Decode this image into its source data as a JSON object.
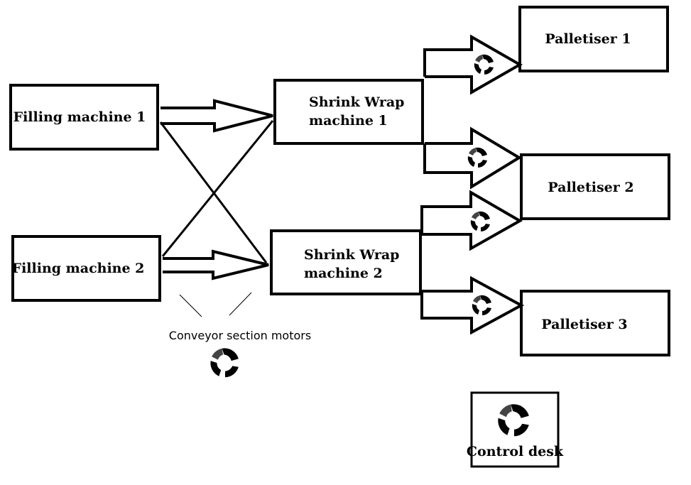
{
  "colors": {
    "stroke": "#000000",
    "background": "#ffffff"
  },
  "machines": {
    "filling_1": "Filling machine 1",
    "filling_2": "Filling machine 2",
    "shrink_wrap_1": [
      "Shrink Wrap",
      "machine 1"
    ],
    "shrink_wrap_2": [
      "Shrink Wrap",
      "machine 2"
    ],
    "palletiser_1": "Palletiser 1",
    "palletiser_2": "Palletiser 2",
    "palletiser_3": "Palletiser 3",
    "control_desk": "Control desk"
  },
  "legend": {
    "caption": "Conveyor section motors",
    "icon": "motor-icon"
  }
}
